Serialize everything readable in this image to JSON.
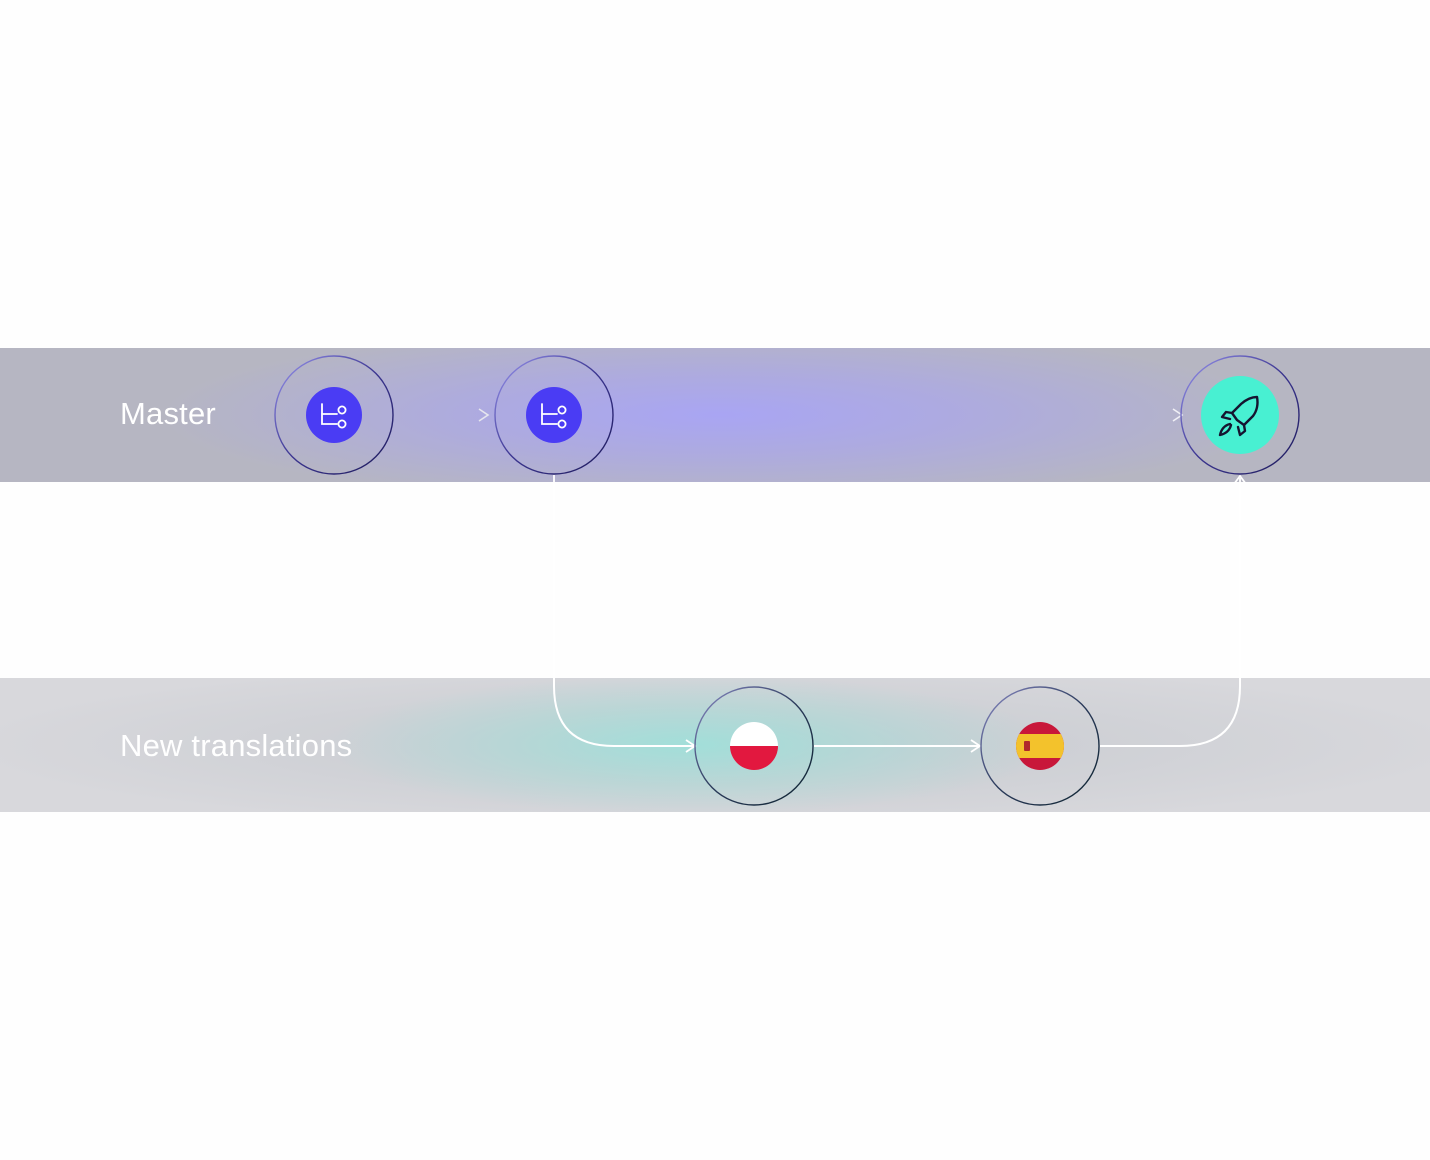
{
  "lanes": {
    "master": {
      "label": "Master"
    },
    "translations": {
      "label": "New translations"
    }
  },
  "nodes": [
    {
      "id": "branch-node-1",
      "icon": "branch-icon",
      "lane": "master"
    },
    {
      "id": "branch-node-2",
      "icon": "branch-icon",
      "lane": "master"
    },
    {
      "id": "release-node",
      "icon": "rocket-icon",
      "lane": "master"
    },
    {
      "id": "poland-node",
      "icon": "poland-flag-icon",
      "lane": "translations"
    },
    {
      "id": "spain-node",
      "icon": "spain-flag-icon",
      "lane": "translations"
    }
  ],
  "colors": {
    "branch_fill": "#4a3cf4",
    "rocket_fill": "#48f0d2",
    "poland_red": "#e2183f",
    "spain_red": "#c8173a",
    "spain_yellow": "#f3c22c",
    "ring_stroke": "#2a2a6a"
  }
}
